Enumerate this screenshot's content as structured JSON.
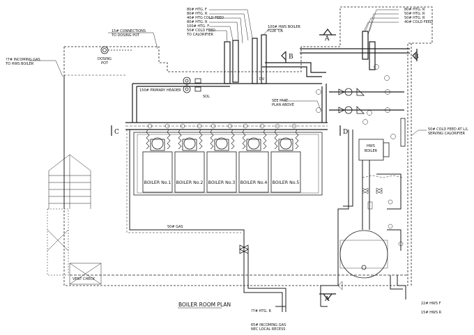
{
  "drawing": {
    "title": "BOILER ROOM PLAN",
    "colors": {
      "line": "#1a1a1a",
      "paper": "#ffffff",
      "hatch": "#555555"
    }
  },
  "boilers": [
    "BOILER No.1",
    "BOILER No.2",
    "BOILER No.3",
    "BOILER No.4",
    "BOILER No.5"
  ],
  "callouts": {
    "top_left_stack": [
      "80# HTG. F",
      "80# HTG. R",
      "40# HTG COLD FEED",
      "80# HTG. R",
      "100# HTG. F",
      "50# COLD FEED",
      "TO CALORIFIER"
    ],
    "top_right_stack": [
      "80# HTG. R",
      "50# HTG. R",
      "50# HTG. R",
      "40# COLD FEED"
    ],
    "hws_flue": [
      "100# HWS BOILER",
      "FLUE T/A"
    ],
    "connections": [
      "15# CONNECTIONS",
      "TO DOSING POT"
    ],
    "gas_incoming_left": [
      "?7# INCOMING GAS",
      "TO HWS BOILER"
    ],
    "dosing_pot": [
      "DOSING",
      "POT"
    ],
    "primary_header": "150# PRIMARY HEADER",
    "see_part_plan": [
      "SEE PART",
      "PLAN ABOVE"
    ],
    "cold_feed_right": [
      "50# COLD FEED AT L/L",
      "SERVING CALORIFIER"
    ],
    "hws_boiler": [
      "HWS",
      "BOILER"
    ],
    "gas_main": "50# GAS",
    "htg_return_bottom": [
      "?7# HTG. R"
    ],
    "incoming_gas_bottom": [
      "65# INCOMING GAS",
      "NEC LOCAL RECESS"
    ],
    "hws_bottom_right": [
      "22# HWS F",
      "15# HWS R"
    ],
    "left_dim": "?",
    "sol": "SOL",
    "dv": "DV",
    "vent_label": "VENT CHECK"
  },
  "section_marks": [
    "A",
    "B",
    "C",
    "D"
  ]
}
